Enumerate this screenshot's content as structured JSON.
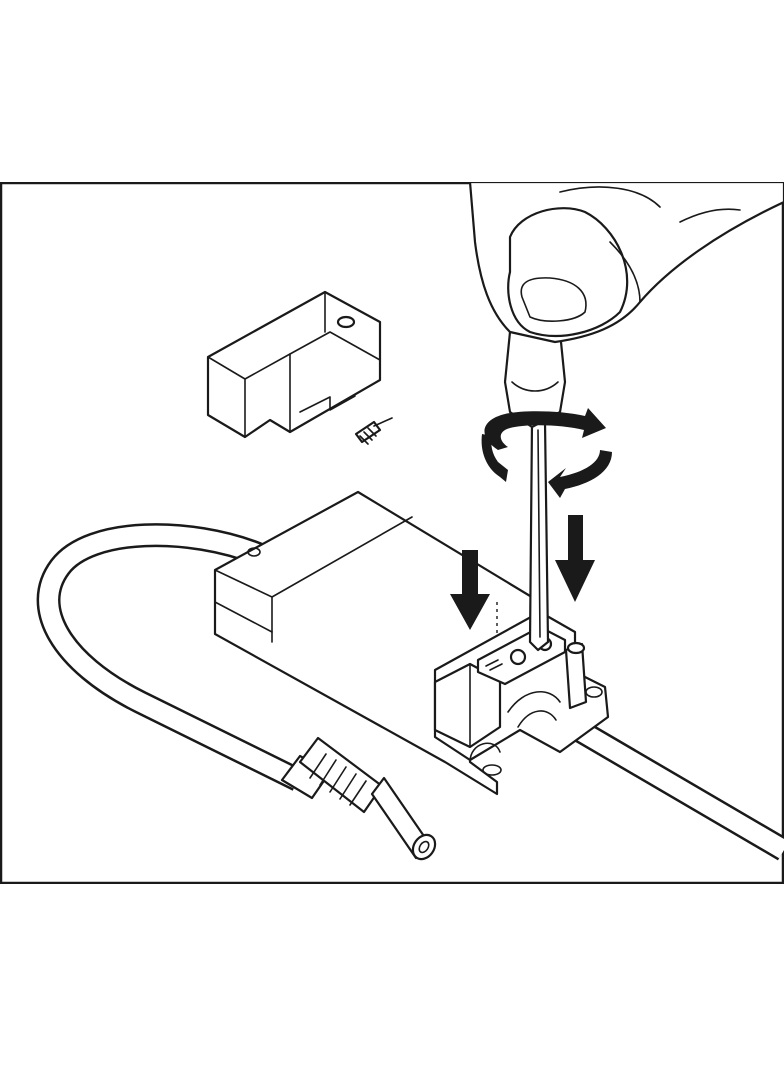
{
  "figure": {
    "ink_color": "#1a1a1a",
    "background_color": "#ffffff",
    "parts": [
      "terminal-cover",
      "cover-screw",
      "driver-housing",
      "terminal-block",
      "input-cable",
      "dc-connector",
      "screwdriver",
      "hand",
      "rotation-arrows",
      "press-down-arrows"
    ]
  }
}
